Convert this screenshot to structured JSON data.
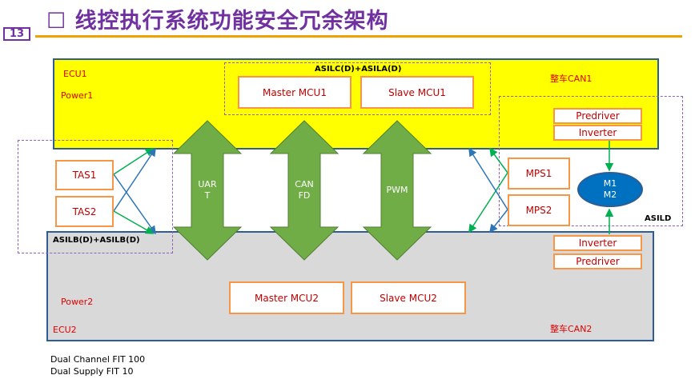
{
  "page": {
    "number": "13",
    "title": "线控执行系统功能安全冗余架构",
    "title_bullet": "☐"
  },
  "ecu1": {
    "name": "ECU1",
    "power": "Power1",
    "can": "整车CAN1",
    "asil": "ASILC(D)+ASILA(D)",
    "master_mcu": "Master MCU1",
    "slave_mcu": "Slave MCU1"
  },
  "ecu2": {
    "name": "ECU2",
    "power": "Power2",
    "can": "整车CAN2",
    "master_mcu": "Master MCU2",
    "slave_mcu": "Slave MCU2"
  },
  "sensors": {
    "tas1": "TAS1",
    "tas2": "TAS2",
    "tas_asil": "ASILB(D)+ASILB(D)",
    "mps1": "MPS1",
    "mps2": "MPS2",
    "motor_asil": "ASILD"
  },
  "driver_top": {
    "predriver": "Predriver",
    "inverter": "Inverter"
  },
  "driver_bottom": {
    "inverter": "Inverter",
    "predriver": "Predriver"
  },
  "motor": {
    "m1": "M1",
    "m2": "M2"
  },
  "links": {
    "uart_line1": "UAR",
    "uart_line2": "T",
    "can_line1": "CAN",
    "can_line2": "FD",
    "pwm": "PWM"
  },
  "notes": {
    "line1": "Dual Channel  FIT 100",
    "line2": "Dual Supply FIT 10"
  },
  "colors": {
    "title": "#7030a0",
    "ecu1_fill": "#ffff00",
    "ecu2_fill": "#d9d9d9",
    "box_border": "#f79646",
    "arrow_fill": "#70ad47",
    "signal_green": "#00b050",
    "signal_blue": "#2e75b6",
    "motor_fill": "#0070c0",
    "label_red": "#e00000"
  }
}
